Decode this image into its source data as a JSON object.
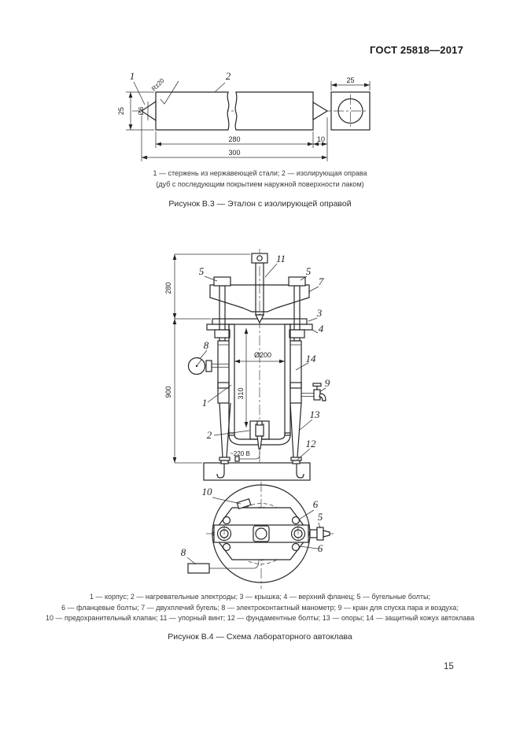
{
  "page": {
    "header": "ГОСТ 25818—2017",
    "number": "15"
  },
  "colors": {
    "ink": "#222222",
    "paper": "#ffffff"
  },
  "figure_b3": {
    "legend_line1": "1 — стержень из нержавеющей стали; 2 — изолирующая оправа",
    "legend_line2": "(дуб с последующим покрытием наружной поверхности лаком)",
    "caption": "Рисунок В.3 — Эталон с изолирующей оправой",
    "dims": {
      "total_length": "300",
      "body_length": "280",
      "tip_length": "10",
      "height": "25",
      "rod_diameter": "Ø6",
      "square_side": "25",
      "roughness": "Rz20"
    },
    "callouts": {
      "rod": "1",
      "casing": "2"
    }
  },
  "figure_b4": {
    "legend_line1": "1 — корпус; 2 — нагревательные электроды; 3 — крышка; 4 — верхний фланец; 5 — бугельные болты;",
    "legend_line2": "6 — фланцевые болты; 7 — двухплечий бугель; 8 — электроконтактный манометр; 9 — кран для спуска пара и воздуха;",
    "legend_line3": "10 — предохранительный клапан; 11 — упорный винт; 12 — фундаментные болты; 13 — опоры; 14 — защитный кожух автоклава",
    "caption": "Рисунок В.4 — Схема лабораторного автоклава",
    "dims": {
      "top_height": "280",
      "body_height": "900",
      "inner_diameter": "Ø200",
      "inner_height": "310",
      "voltage": "~220 В"
    },
    "callouts": {
      "c1": "1",
      "c2": "2",
      "c3": "3",
      "c4": "4",
      "c5": "5",
      "c6": "6",
      "c7": "7",
      "c8": "8",
      "c9": "9",
      "c10": "10",
      "c11": "11",
      "c12": "12",
      "c13": "13",
      "c14": "14"
    }
  }
}
